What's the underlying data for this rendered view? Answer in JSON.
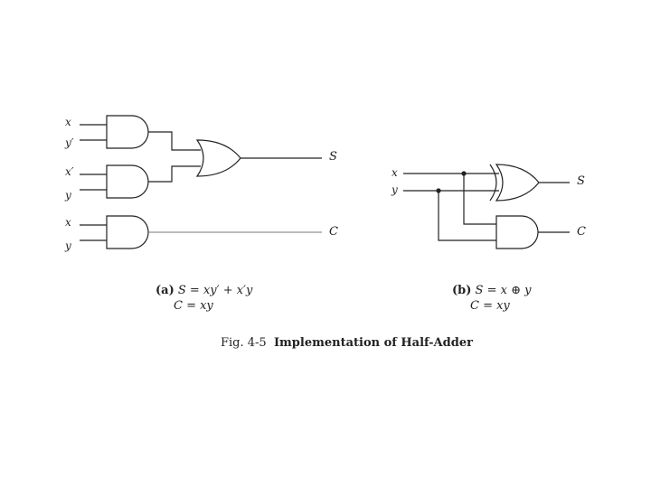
{
  "caption": {
    "fig": "Fig. 4-5",
    "title": "Implementation of Half-Adder"
  },
  "circuit_a": {
    "tag": "(a)",
    "eq_s": "S = xy′ + x′y",
    "eq_c": "C = xy",
    "inputs": [
      "x",
      "y′",
      "x′",
      "y",
      "x",
      "y"
    ],
    "out_s": "S",
    "out_c": "C"
  },
  "circuit_b": {
    "tag": "(b)",
    "eq_s": "S = x ⊕ y",
    "eq_c": "C = xy",
    "inputs": [
      "x",
      "y"
    ],
    "out_s": "S",
    "out_c": "C"
  },
  "colors": {
    "wire": "#222222",
    "c_wire_a": "#777777"
  }
}
